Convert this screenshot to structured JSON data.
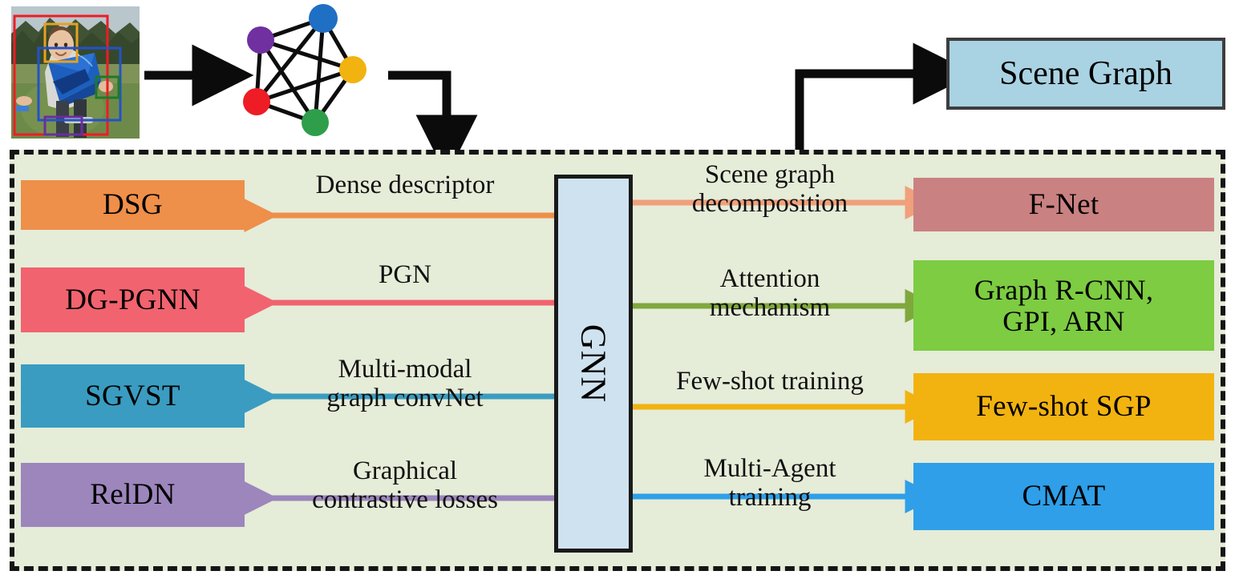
{
  "figure": {
    "title_box": {
      "label": "Scene Graph"
    },
    "central_module": {
      "label": "GNN"
    },
    "input": {
      "photo_alt": "child-with-kite-photo",
      "bounding_boxes": [
        "person-red",
        "face-orange",
        "kite-blue",
        "hand-green",
        "object-purple"
      ],
      "graph_nodes": [
        "purple-node",
        "blue-node",
        "yellow-node",
        "red-node",
        "green-node"
      ]
    }
  },
  "left_branches": [
    {
      "box_label": "DSG",
      "edge_label": "Dense descriptor",
      "color": "#ee8f4a"
    },
    {
      "box_label": "DG-PGNN",
      "edge_label": "PGN",
      "color": "#f1636f"
    },
    {
      "box_label": "SGVST",
      "edge_label": "Multi-modal\ngraph convNet",
      "color": "#3a9cc0"
    },
    {
      "box_label": "RelDN",
      "edge_label": "Graphical\ncontrastive losses",
      "color": "#9c86bc"
    }
  ],
  "right_branches": [
    {
      "box_label": "F-Net",
      "edge_label": "Scene graph\ndecomposition",
      "color": "#ca8181",
      "arrow_color": "#f0a07a"
    },
    {
      "box_label": "Graph R-CNN,\nGPI,  ARN",
      "edge_label": "Attention\nmechanism",
      "color": "#7dcc42",
      "arrow_color": "#7fa83c"
    },
    {
      "box_label": "Few-shot SGP",
      "edge_label": "Few-shot training",
      "color": "#f2b310",
      "arrow_color": "#f2b310"
    },
    {
      "box_label": "CMAT",
      "edge_label": "Multi-Agent\ntraining",
      "color": "#2e9fe8",
      "arrow_color": "#2e9fe8"
    }
  ],
  "colors": {
    "panel_background": "#e5ecd8",
    "panel_border": "#151515",
    "gnn_fill": "#cfe2ef",
    "scene_graph_fill": "#a9d3e3",
    "text": "#000000"
  }
}
